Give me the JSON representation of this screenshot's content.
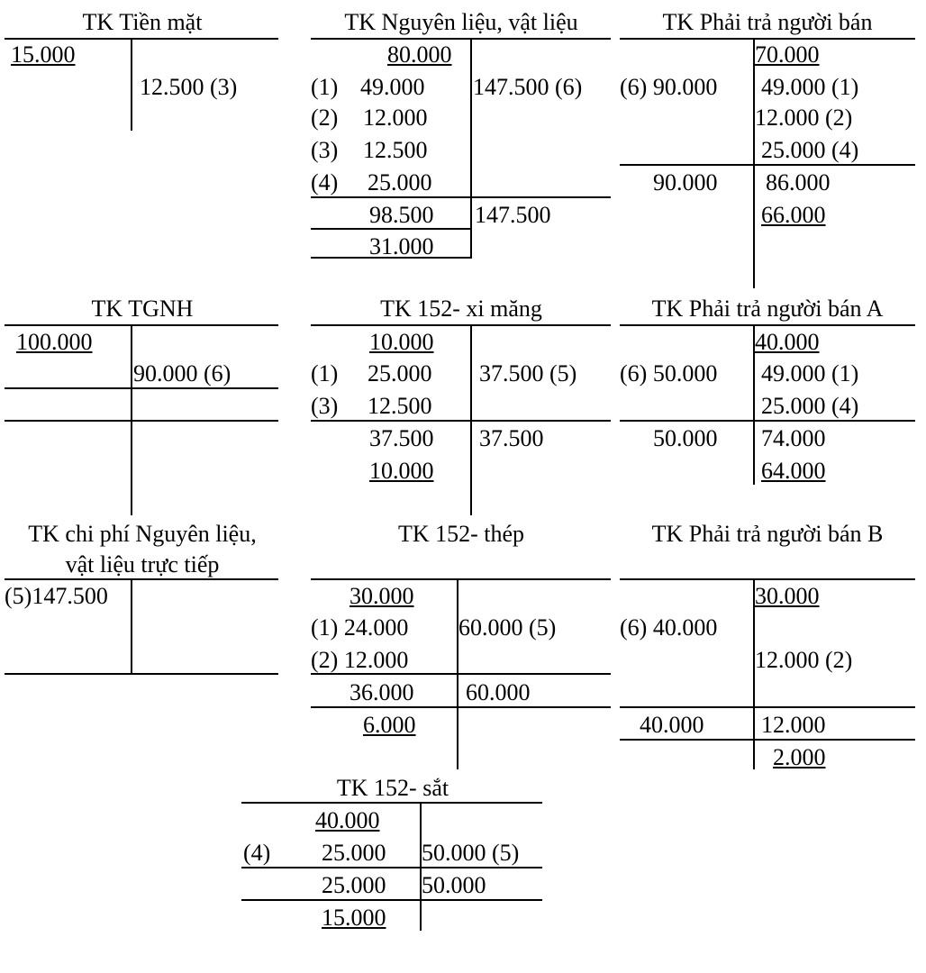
{
  "accounts": {
    "tien_mat": {
      "title": "TK Tiền mặt",
      "opening": "15.000",
      "credit1": "12.500 (3)"
    },
    "nvl": {
      "title": "TK Nguyên liệu, vật liệu",
      "opening": "80.000",
      "d1_ref": "(1)",
      "d1_amt": "49.000",
      "d2_ref": "(2)",
      "d2_amt": "12.000",
      "d3_ref": "(3)",
      "d3_amt": "12.500",
      "d4_ref": "(4)",
      "d4_amt": "25.000",
      "credit1": "147.500 (6)",
      "debit_total": "98.500",
      "credit_total": "147.500",
      "closing": "31.000"
    },
    "ptnb": {
      "title": "TK Phải trả người bán",
      "opening": "70.000",
      "debit1": "(6) 90.000",
      "c1": "49.000 (1)",
      "c2": "12.000 (2)",
      "c3": "25.000 (4)",
      "debit_total": "90.000",
      "credit_total": "86.000",
      "closing": "66.000"
    },
    "tgnh": {
      "title": "TK TGNH",
      "opening": "100.000",
      "credit1": "90.000 (6)"
    },
    "xi_mang": {
      "title": "TK 152- xi măng",
      "opening": "10.000",
      "d1_ref": "(1)",
      "d1_amt": "25.000",
      "d3_ref": "(3)",
      "d3_amt": "12.500",
      "credit1": "37.500 (5)",
      "debit_total": "37.500",
      "credit_total": "37.500",
      "closing": "10.000"
    },
    "ptnb_a": {
      "title": "TK Phải trả người bán A",
      "opening": "40.000",
      "debit1": "(6) 50.000",
      "c1": "49.000 (1)",
      "c2": "25.000 (4)",
      "debit_total": "50.000",
      "credit_total": "74.000",
      "closing": "64.000"
    },
    "cp_nvl": {
      "title_line1": "TK chi phí Nguyên liệu,",
      "title_line2": "vật liệu trực tiếp",
      "debit1": "(5)147.500"
    },
    "thep": {
      "title": "TK 152- thép",
      "opening": "30.000",
      "d1": "(1) 24.000",
      "d2": "(2) 12.000",
      "credit1": "60.000 (5)",
      "debit_total": "36.000",
      "credit_total": "60.000",
      "closing": "6.000"
    },
    "ptnb_b": {
      "title": "TK Phải trả người bán B",
      "opening": "30.000",
      "debit1": "(6) 40.000",
      "c1": "12.000 (2)",
      "debit_total": "40.000",
      "credit_total": "12.000",
      "closing": "2.000"
    },
    "sat": {
      "title": "TK 152- sắt",
      "opening": "40.000",
      "d1_ref": "(4)",
      "d1_amt": "25.000",
      "credit1": "50.000 (5)",
      "debit_total": "25.000",
      "credit_total": "50.000",
      "closing": "15.000"
    }
  }
}
